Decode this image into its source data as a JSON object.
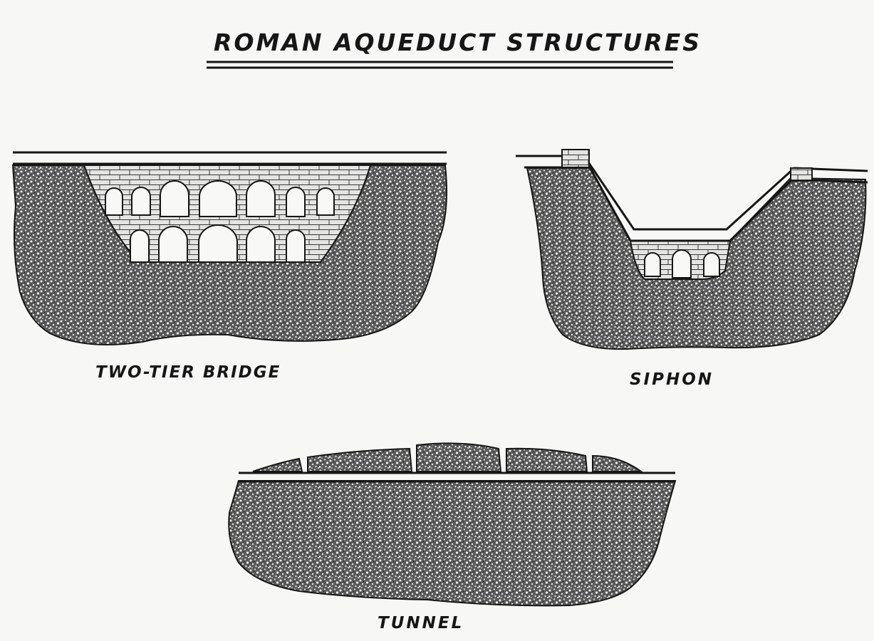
{
  "title": "ROMAN AQUEDUCT STRUCTURES",
  "panels": {
    "bridge": {
      "label": "TWO-TIER BRIDGE"
    },
    "siphon": {
      "label": "SIPHON"
    },
    "tunnel": {
      "label": "TUNNEL"
    }
  },
  "colors": {
    "ink": "#161616",
    "paper": "#f7f7f5"
  }
}
